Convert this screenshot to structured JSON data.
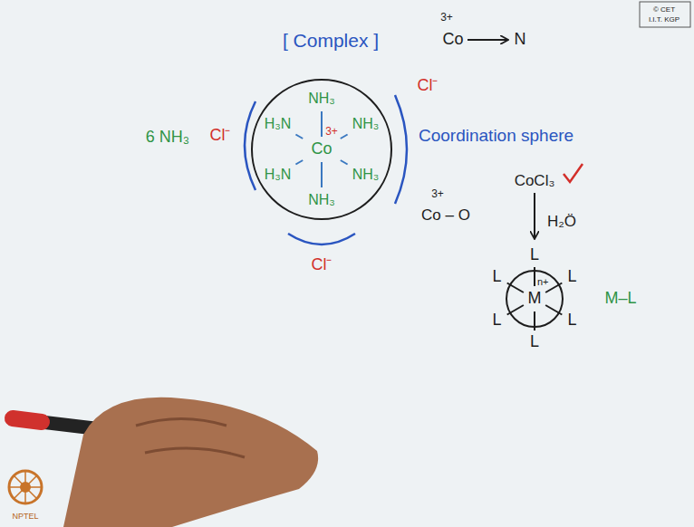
{
  "diagram": {
    "nodes": [
      {
        "text": [
          "NH₃",
          "H₃N",
          "NH₃",
          "Co",
          "3+",
          "H₃N",
          "NH₃",
          "NH₃"
        ]
      },
      {
        "text": [
          "L",
          "L",
          "L",
          "n+",
          "M",
          "L",
          "L",
          "L"
        ]
      }
    ],
    "labels": [
      "[ Complex ]",
      "3+",
      "Co",
      "N",
      "6 NH₃",
      "Cl⁻",
      "Cl⁻",
      "Cl⁻",
      "Coordination sphere",
      "CoCl₃",
      "3+",
      "Co – O",
      "H₂Ö",
      "M–L",
      "© CET",
      "I.I.T. KGP",
      "NPTEL"
    ]
  }
}
